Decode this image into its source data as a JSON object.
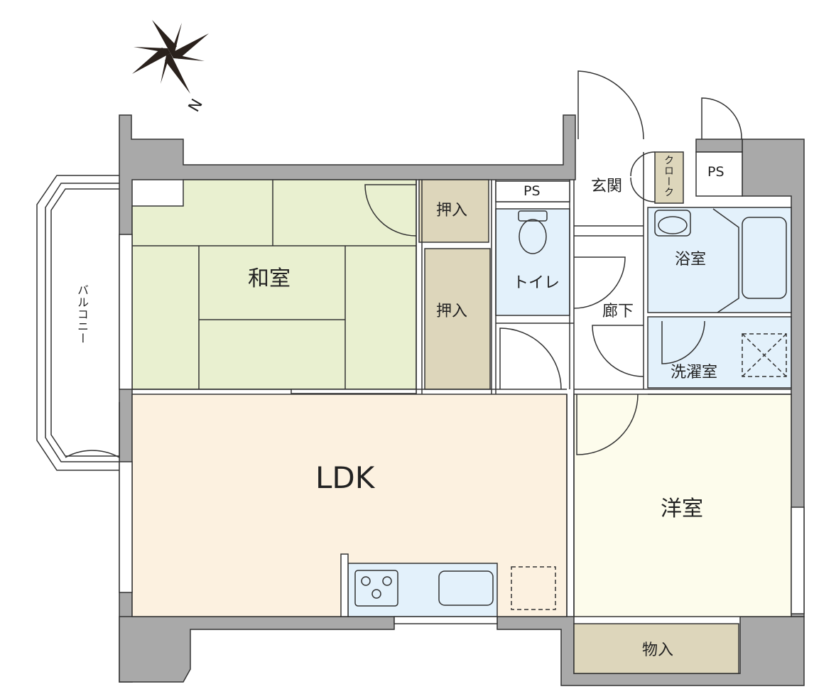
{
  "compass": {
    "north_label": "N"
  },
  "rooms": {
    "washitsu": "和室",
    "ldk": "LDK",
    "yoshitsu": "洋室",
    "oshiire_1": "押入",
    "oshiire_2": "押入",
    "toilet": "トイレ",
    "bath": "浴室",
    "laundry": "洗濯室",
    "hallway": "廊下",
    "entrance": "玄関",
    "cloak": "クローク",
    "ps_inner": "PS",
    "ps_outer": "PS",
    "storage": "物入",
    "balcony": "バルコニー"
  },
  "colors": {
    "wall": "#a9a9a9",
    "tatami": "#e9f0d0",
    "ldk_floor": "#fcf1e0",
    "western_floor": "#fdfcec",
    "closet": "#ddd6bb",
    "wet_area": "#e3f1fb",
    "line": "#222222"
  }
}
